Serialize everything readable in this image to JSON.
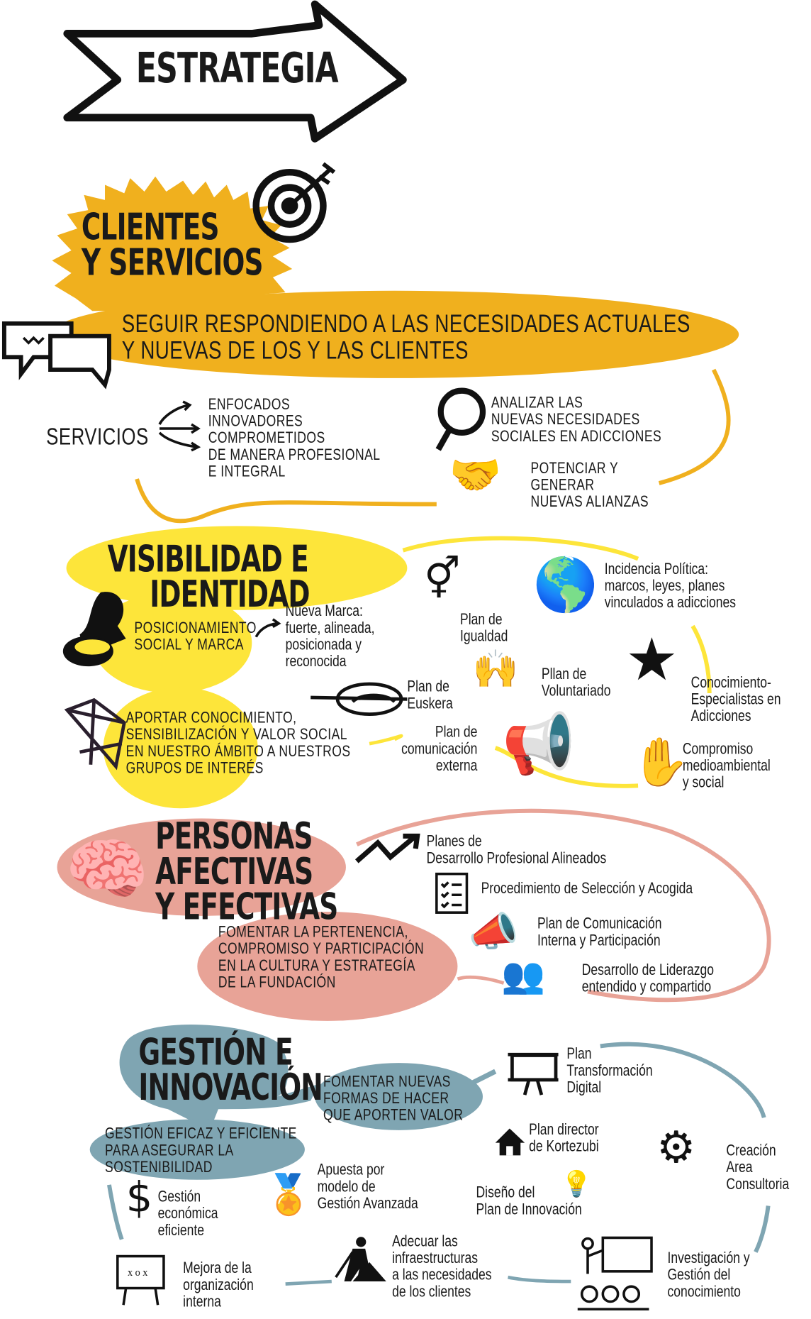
{
  "title": "ESTRATEGIA",
  "colors": {
    "orange": "#f0b01e",
    "yellow": "#fde53a",
    "pink": "#e8a397",
    "blue": "#7fa5b2",
    "ink": "#1a1a1a"
  },
  "clientes": {
    "heading": [
      "CLIENTES",
      "Y SERVICIOS"
    ],
    "banner": [
      "SEGUIR RESPONDIENDO A LAS NECESIDADES ACTUALES",
      "Y NUEVAS DE LOS Y LAS CLIENTES"
    ],
    "servicios_label": "SERVICIOS",
    "servicios": [
      "ENFOCADOS",
      "INNOVADORES",
      "COMPROMETIDOS",
      "DE MANERA PROFESIONAL",
      "E INTEGRAL"
    ],
    "analizar": [
      "ANALIZAR LAS",
      "NUEVAS NECESIDADES",
      "SOCIALES EN ADICCIONES"
    ],
    "alianzas": [
      "POTENCIAR Y",
      "GENERAR",
      "NUEVAS ALIANZAS"
    ]
  },
  "visibilidad": {
    "heading": [
      "VISIBILIDAD E",
      "IDENTIDAD"
    ],
    "posicionamiento": [
      "POSICIONAMIENTO",
      "SOCIAL Y MARCA"
    ],
    "marca": [
      "Nueva Marca:",
      "fuerte, alineada,",
      "posicionada y",
      "reconocida"
    ],
    "igualdad": [
      "Plan de",
      "Igualdad"
    ],
    "incidencia": [
      "Incidencia Política:",
      "marcos, leyes, planes",
      "vinculados a adicciones"
    ],
    "aportar": [
      "APORTAR CONOCIMIENTO,",
      "SENSIBILIZACIÓN Y VALOR SOCIAL",
      "EN NUESTRO ÁMBITO A NUESTROS",
      "GRUPOS DE INTERÉS"
    ],
    "euskera": [
      "Plan de",
      "Euskera"
    ],
    "voluntariado": [
      "Pllan de",
      "Voluntariado"
    ],
    "conocimiento": [
      "Conocimiento-",
      "Especialistas en",
      "Adicciones"
    ],
    "comunicacion": [
      "Plan de",
      "comunicación",
      "externa"
    ],
    "compromiso": [
      "Compromiso",
      "medioambiental",
      "y social"
    ]
  },
  "personas": {
    "heading": [
      "PERSONAS",
      "AFECTIVAS",
      "Y EFECTIVAS"
    ],
    "fomentar": [
      "FOMENTAR LA PERTENENCIA,",
      "COMPROMISO Y PARTICIPACIÓN",
      "EN LA CULTURA Y ESTRATEGÍA",
      "DE LA FUNDACIÓN"
    ],
    "desarrollo": [
      "Planes de",
      "Desarrollo Profesional Alineados"
    ],
    "seleccion": "Procedimiento de Selección y Acogida",
    "interna": [
      "Plan de Comunicación",
      "Interna y Participación"
    ],
    "liderazgo": [
      "Desarrollo de Liderazgo",
      "entendido y compartido"
    ]
  },
  "gestion": {
    "heading": [
      "GESTIÓN E",
      "INNOVACIÓN"
    ],
    "fomentar": [
      "FOMENTAR NUEVAS",
      "FORMAS DE HACER",
      "QUE APORTEN VALOR"
    ],
    "eficaz": [
      "GESTIÓN EFICAZ Y EFICIENTE",
      "PARA ASEGURAR LA",
      "SOSTENIBILIDAD"
    ],
    "digital": [
      "Plan",
      "Transformación",
      "Digital"
    ],
    "kortezubi": [
      "Plan director",
      "de Kortezubi"
    ],
    "consultoria": [
      "Creación",
      "Area",
      "Consultoria"
    ],
    "economica": [
      "Gestión",
      "económica",
      "eficiente"
    ],
    "avanzada": [
      "Apuesta por",
      "modelo de",
      "Gestión Avanzada"
    ],
    "innovacion": [
      "Diseño del",
      "Plan de Innovación"
    ],
    "organizacion": [
      "Mejora de la",
      "organización",
      "interna"
    ],
    "infraestructuras": [
      "Adecuar las",
      "infraestructuras",
      "a las necesidades",
      "de los clientes"
    ],
    "investigacion": [
      "Investigación y",
      "Gestión del",
      "conocimiento"
    ]
  }
}
